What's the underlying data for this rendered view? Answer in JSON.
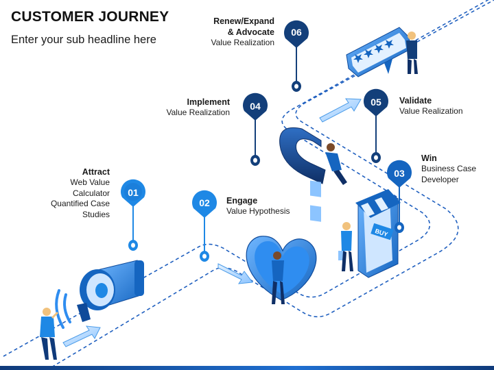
{
  "header": {
    "title": "CUSTOMER JOURNEY",
    "subtitle": "Enter your sub headline here"
  },
  "stages": [
    {
      "number": "01",
      "name": "Attract",
      "lines": [
        "Web Value",
        "Calculator",
        "Quantified Case",
        "Studies"
      ],
      "color": "#1e88e5"
    },
    {
      "number": "02",
      "name": "Engage",
      "lines": [
        "Value Hypothesis"
      ],
      "color": "#1e88e5"
    },
    {
      "number": "03",
      "name": "Win",
      "lines": [
        "Business Case",
        "Developer"
      ],
      "color": "#1565c0"
    },
    {
      "number": "04",
      "name": "Implement",
      "lines": [
        "Value Realization"
      ],
      "color": "#133f7a"
    },
    {
      "number": "05",
      "name": "Validate",
      "lines": [
        "Value Realization"
      ],
      "color": "#133f7a"
    },
    {
      "number": "06",
      "name": "Renew/Expand",
      "name2": "& Advocate",
      "lines": [
        "Value Realization"
      ],
      "color": "#133f7a"
    }
  ],
  "illustration": {
    "store_sign": "BUY"
  },
  "colors": {
    "path_dash": "#1f5fbf",
    "pin_light": "#1e88e5",
    "pin_dark": "#133f7a",
    "accent": "#2f8df0"
  }
}
